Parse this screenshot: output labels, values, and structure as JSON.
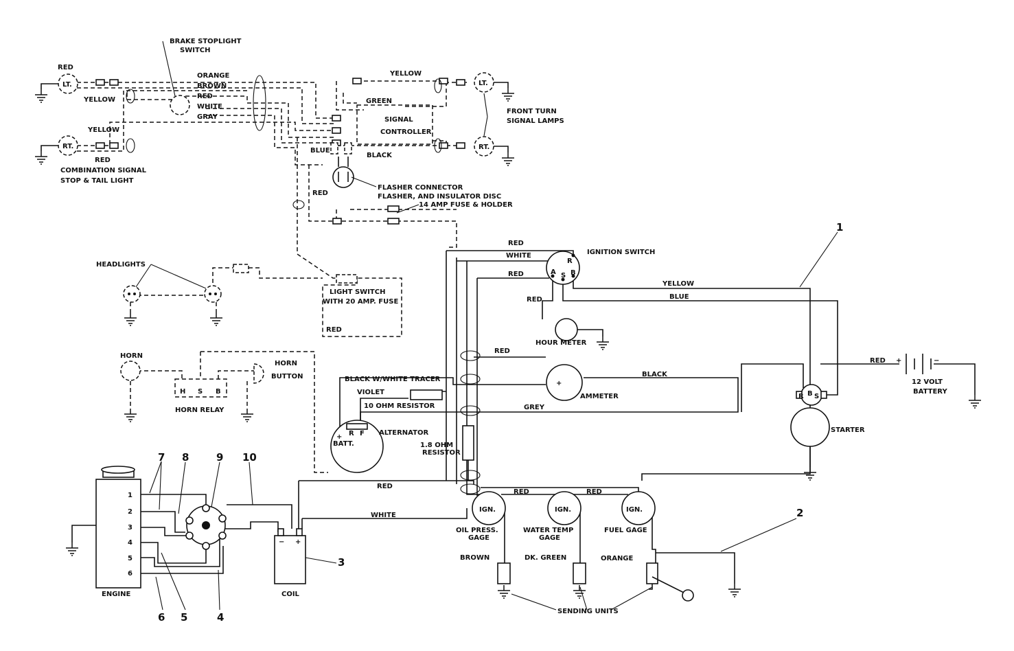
{
  "labels": {
    "brake_stoplight_switch": [
      "BRAKE STOPLIGHT",
      "SWITCH"
    ],
    "red_top_left": "RED",
    "lt_left": "LT.",
    "yellow_left_top": "YELLOW",
    "yellow_left_mid": "YELLOW",
    "rt_left": "RT.",
    "red_left_bottom": "RED",
    "combination_signal": [
      "COMBINATION SIGNAL",
      "STOP & TAIL LIGHT"
    ],
    "orange": "ORANGE",
    "brown": "BROWN",
    "red_bundle": "RED",
    "white_bundle": "WHITE",
    "gray": "GRAY",
    "yellow_top": "YELLOW",
    "green": "GREEN",
    "signal_controller": [
      "SIGNAL",
      "CONTROLLER"
    ],
    "lt_right": "LT.",
    "rt_right": "RT.",
    "front_turn": [
      "FRONT TURN",
      "SIGNAL LAMPS"
    ],
    "blue_flasher": "BLUE",
    "black_flasher": "BLACK",
    "red_flasher": "RED",
    "flasher_connector": [
      "FLASHER CONNECTOR",
      "FLASHER, AND INSULATOR DISC"
    ],
    "fuse_holder": "14 AMP FUSE & HOLDER",
    "headlights": "HEADLIGHTS",
    "light_switch": [
      "LIGHT SWITCH",
      "WITH 20 AMP. FUSE"
    ],
    "red_main": "RED",
    "white_main": "WHITE",
    "red_a": "RED",
    "ignition_switch": "IGNITION SWITCH",
    "ign_r": "R",
    "ign_a": "A",
    "ign_s": "S",
    "ign_b": "B",
    "yellow_right": "YELLOW",
    "blue_right": "BLUE",
    "red_hour": "RED",
    "hour_meter": "HOUR METER",
    "red_light_sw": "RED",
    "horn": "HORN",
    "horn_button": [
      "HORN",
      "BUTTON"
    ],
    "horn_relay": "HORN RELAY",
    "relay_h": "H",
    "relay_s": "S",
    "relay_b": "B",
    "red_ammeter": "RED",
    "black_white_tracer": "BLACK W/WHITE TRACER",
    "violet": "VIOLET",
    "resistor_10": "10 OHM RESISTOR",
    "black_ammeter": "BLACK",
    "ammeter": "AMMETER",
    "ammeter_plus": "+",
    "grey": "GREY",
    "alternator": "ALTERNATOR",
    "alt_batt": "BATT.",
    "alt_plus": "+",
    "alt_r": "R",
    "alt_f": "F",
    "resistor_18": [
      "1.8 OHM",
      "RESISTOR"
    ],
    "red_battery": "RED",
    "battery_plus": "+",
    "battery_minus": "−",
    "battery": [
      "12 VOLT",
      "BATTERY"
    ],
    "starter": "STARTER",
    "st_r": "R",
    "st_b": "B",
    "st_s": "S",
    "red_lower": "RED",
    "white_lower": "WHITE",
    "red_gauges_1": "RED",
    "red_gauges_2": "RED",
    "ign_oil": "IGN.",
    "ign_water": "IGN.",
    "ign_fuel": "IGN.",
    "oil_press": [
      "OIL PRESS.",
      "GAGE"
    ],
    "water_temp": [
      "WATER TEMP",
      "GAGE"
    ],
    "fuel_gage": "FUEL GAGE",
    "brown_lower": "BROWN",
    "dk_green": "DK. GREEN",
    "orange_lower": "ORANGE",
    "sending_units": "SENDING UNITS",
    "engine": "ENGINE",
    "coil": "COIL",
    "coil_minus": "−",
    "coil_plus": "+",
    "engine_terminals": [
      "1",
      "2",
      "3",
      "4",
      "5",
      "6"
    ]
  },
  "callouts": [
    "1",
    "2",
    "3",
    "4",
    "5",
    "6",
    "7",
    "8",
    "9",
    "10"
  ]
}
